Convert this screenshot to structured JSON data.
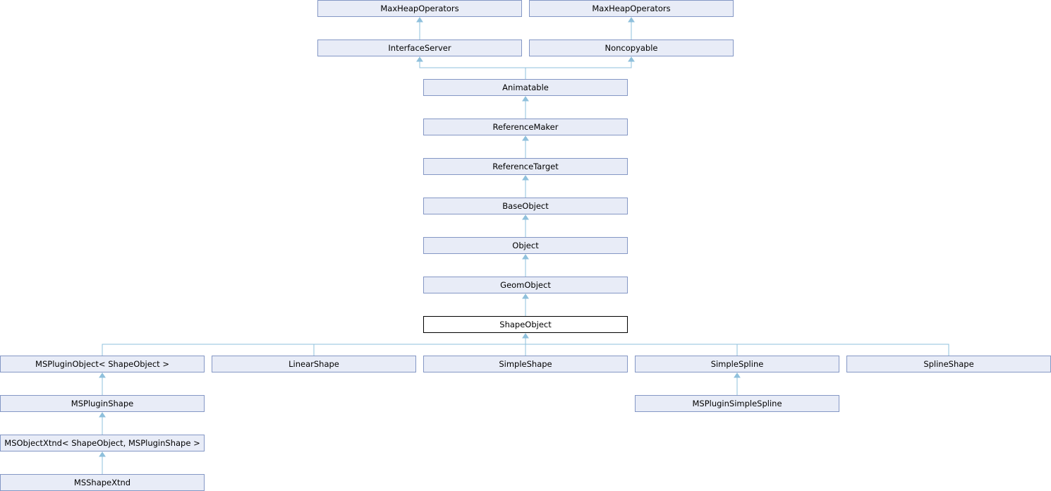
{
  "diagram": {
    "nodes": {
      "maxheap1": "MaxHeapOperators",
      "maxheap2": "MaxHeapOperators",
      "interface_server": "InterfaceServer",
      "noncopyable": "Noncopyable",
      "animatable": "Animatable",
      "reference_maker": "ReferenceMaker",
      "reference_target": "ReferenceTarget",
      "base_object": "BaseObject",
      "object": "Object",
      "geom_object": "GeomObject",
      "shape_object": "ShapeObject",
      "msplugin_object": "MSPluginObject< ShapeObject >",
      "linear_shape": "LinearShape",
      "simple_shape": "SimpleShape",
      "simple_spline": "SimpleSpline",
      "spline_shape": "SplineShape",
      "msplugin_shape": "MSPluginShape",
      "msplugin_simple_spline": "MSPluginSimpleSpline",
      "msobject_xtnd": "MSObjectXtnd< ShapeObject, MSPluginShape >",
      "msshape_xtnd": "MSShapeXtnd"
    },
    "colors": {
      "node_fill": "#e8ecf7",
      "node_border": "#8497c5",
      "edge": "#8fc0dc",
      "current_border": "#000000"
    }
  }
}
